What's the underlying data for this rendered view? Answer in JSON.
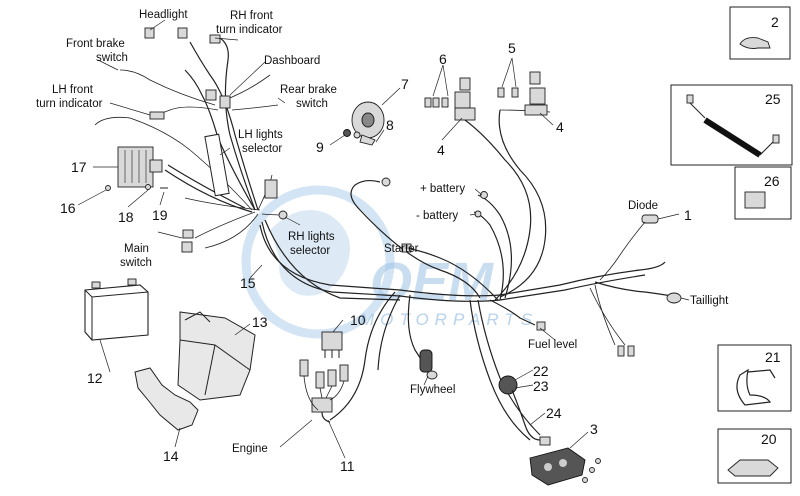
{
  "labels": {
    "headlight": "Headlight",
    "rh_front_turn": [
      "RH front",
      "turn indicator"
    ],
    "dashboard": "Dashboard",
    "front_brake": [
      "Front brake",
      "switch"
    ],
    "lh_front_turn": [
      "LH front",
      "turn indicator"
    ],
    "rear_brake": [
      "Rear brake",
      "switch"
    ],
    "lh_lights": [
      "LH lights",
      "selector"
    ],
    "rh_lights": [
      "RH lights",
      "selector"
    ],
    "main_switch": [
      "Main",
      "switch"
    ],
    "plus_battery": "+ battery",
    "minus_battery": "- battery",
    "starter": "Starter",
    "diode": "Diode",
    "taillight": "Taillight",
    "fuel_level": "Fuel level",
    "flywheel": "Flywheel",
    "engine": "Engine"
  },
  "numbers": {
    "n1": "1",
    "n2": "2",
    "n3": "3",
    "n4a": "4",
    "n4b": "4",
    "n5": "5",
    "n6": "6",
    "n7": "7",
    "n8": "8",
    "n9": "9",
    "n10": "10",
    "n11": "11",
    "n12": "12",
    "n13": "13",
    "n14": "14",
    "n15": "15",
    "n16": "16",
    "n17": "17",
    "n18": "18",
    "n19": "19",
    "n20": "20",
    "n21": "21",
    "n22": "22",
    "n23": "23",
    "n24": "24",
    "n25": "25",
    "n26": "26"
  },
  "watermark": {
    "logo": "OEM",
    "text": "MOTORPARTS"
  },
  "colors": {
    "line": "#222222",
    "watermark": "#9ec3e6"
  }
}
